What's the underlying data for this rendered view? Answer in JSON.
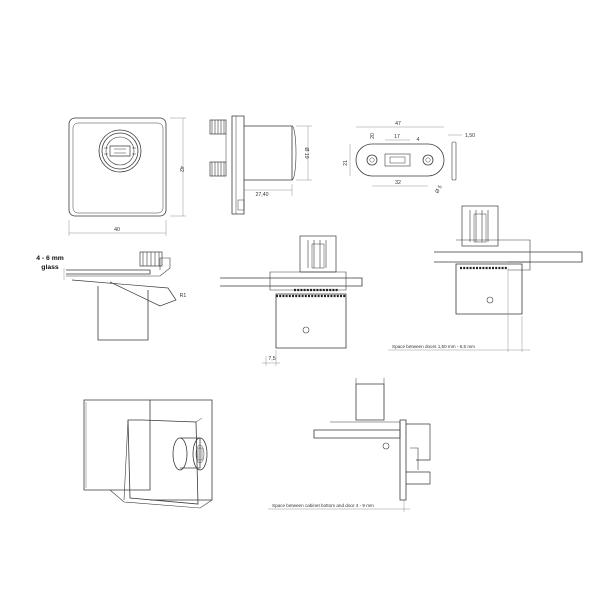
{
  "front_view": {
    "width_dim": "40",
    "height_dim": "42"
  },
  "side_view": {
    "diameter_dim": "Ø 19",
    "depth_dim": "27,40"
  },
  "strike_plate": {
    "overall_width": "47",
    "slot_width": "17",
    "slot_height": "4",
    "edge_offset": "20",
    "plate_height": "21",
    "hole_spacing": "32",
    "hole_diameter": "Ø 5",
    "thickness": "1,50"
  },
  "glass_section": {
    "glass_label_line1": "4 - 6 mm",
    "glass_label_line2": "glass",
    "radius_dim": "R1"
  },
  "sliding_install": {
    "offset_dim": "7,5"
  },
  "overlap_install": {
    "note": "Space between doors 1,50 mm - 6,5 mm"
  },
  "cabinet_install": {
    "note": "Space between cabinet bottom and door 4 - 9 mm"
  },
  "colors": {
    "line": "#3a3a3a",
    "dim_line": "#777777",
    "spring": "#222222"
  }
}
